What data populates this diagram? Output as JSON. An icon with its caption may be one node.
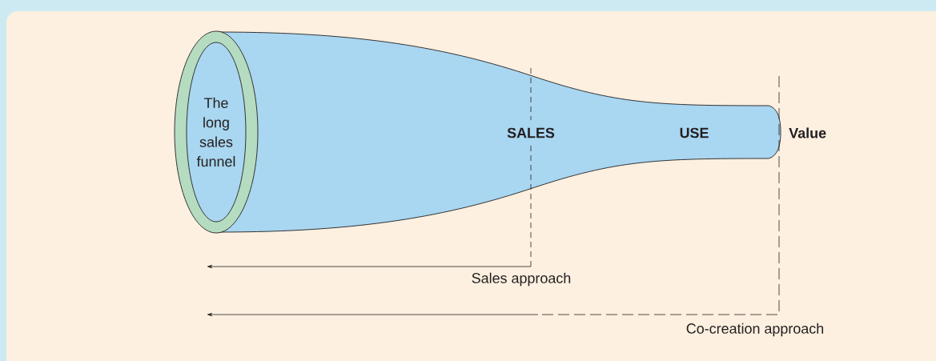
{
  "diagram": {
    "nodes": [
      {
        "text": [
          "SALES",
          "USE"
        ]
      },
      {
        "text": [
          "The long sales funnel"
        ]
      }
    ],
    "labels": [
      "Value",
      "Sales approach",
      "Co-creation approach"
    ]
  }
}
